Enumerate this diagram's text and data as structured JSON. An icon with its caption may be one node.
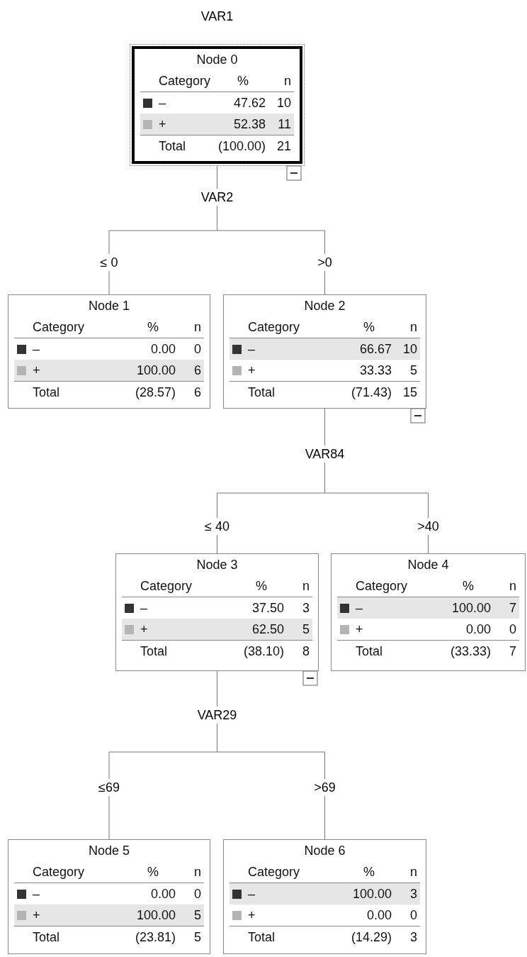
{
  "diagram": {
    "title": "VAR1",
    "nodes": [
      {
        "text": [
          "Node 0",
          "Category",
          "%",
          "n",
          "–",
          "47.62",
          "10",
          "+",
          "52.38",
          "11",
          "Total",
          "(100.00)",
          "21"
        ],
        "beside": [
          "VAR2"
        ]
      },
      {
        "text": [
          "Node 1",
          "Category",
          "%",
          "n",
          "–",
          "0.00",
          "0",
          "+",
          "100.00",
          "6",
          "Total",
          "(28.57)",
          "6"
        ]
      },
      {
        "text": [
          "Node 2",
          "Category",
          "%",
          "n",
          "–",
          "66.67",
          "10",
          "+",
          "33.33",
          "5",
          "Total",
          "(71.43)",
          "15"
        ],
        "beside": [
          "VAR84"
        ]
      },
      {
        "text": [
          "Node 3",
          "Category",
          "%",
          "n",
          "–",
          "37.50",
          "3",
          "+",
          "62.50",
          "5",
          "Total",
          "(38.10)",
          "8"
        ],
        "beside": [
          "VAR29"
        ]
      },
      {
        "text": [
          "Node 4",
          "Category",
          "%",
          "n",
          "–",
          "100.00",
          "7",
          "+",
          "0.00",
          "0",
          "Total",
          "(33.33)",
          "7"
        ]
      },
      {
        "text": [
          "Node 5",
          "Category",
          "%",
          "n",
          "–",
          "0.00",
          "0",
          "+",
          "100.00",
          "5",
          "Total",
          "(23.81)",
          "5"
        ]
      },
      {
        "text": [
          "Node 6",
          "Category",
          "%",
          "n",
          "–",
          "100.00",
          "3",
          "+",
          "0.00",
          "0",
          "Total",
          "(14.29)",
          "3"
        ]
      }
    ],
    "edges": [
      {
        "from": 0,
        "to": 1,
        "arrow": "none",
        "label": "≤ 0"
      },
      {
        "from": 0,
        "to": 2,
        "arrow": "none",
        "label": ">0"
      },
      {
        "from": 2,
        "to": 3,
        "arrow": "none",
        "label": "≤ 40"
      },
      {
        "from": 2,
        "to": 4,
        "arrow": "none",
        "label": ">40"
      },
      {
        "from": 3,
        "to": 5,
        "arrow": "none",
        "label": "≤69"
      },
      {
        "from": 3,
        "to": 6,
        "arrow": "none",
        "label": ">69"
      }
    ]
  }
}
